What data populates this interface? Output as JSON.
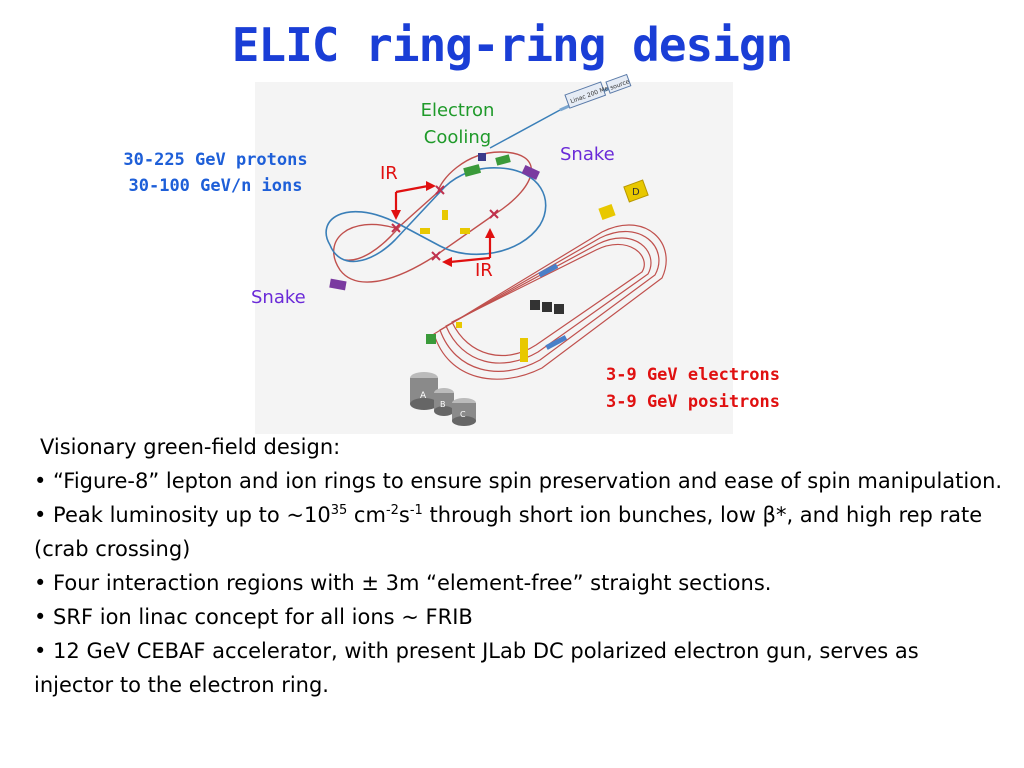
{
  "title": "ELIC ring-ring design",
  "diagram": {
    "electron_cooling_line1": "Electron",
    "electron_cooling_line2": "Cooling",
    "snake_top": "Snake",
    "snake_left": "Snake",
    "ir_top": "IR",
    "ir_bottom": "IR",
    "protons_line1": "30-225 GeV protons",
    "protons_line2": "30-100 GeV/n ions",
    "electrons_line1": "3-9 GeV electrons",
    "electrons_line2": "3-9 GeV positrons",
    "linac_label": "Linac 200 MeV",
    "source_label": "source",
    "hall_a": "A",
    "hall_b": "B",
    "hall_c": "C",
    "box_d": "D",
    "colors": {
      "title_blue": "#1a3ed6",
      "ion_ring": "#3a7fb8",
      "electron_ring": "#c0504d",
      "ir_red": "#e01010",
      "cooling_green": "#1f9a2a",
      "snake_purple": "#6a2ad8"
    }
  },
  "text": {
    "intro": "Visionary green-field design:",
    "b1": "• “Figure-8” lepton and ion rings to ensure spin preservation and ease of spin manipulation.",
    "b2_pre": "• Peak luminosity up to ~10",
    "b2_sup1": "35",
    "b2_mid1": " cm",
    "b2_sup2": "-2",
    "b2_mid2": "s",
    "b2_sup3": "-1",
    "b2_post": " through short ion bunches, low β*, and high rep rate (crab crossing)",
    "b3": "• Four interaction regions with ± 3m “element-free” straight sections.",
    "b4": "• SRF ion linac concept for all ions ~ FRIB",
    "b5": "• 12 GeV CEBAF accelerator, with present JLab DC polarized electron gun, serves as injector to the electron ring."
  }
}
